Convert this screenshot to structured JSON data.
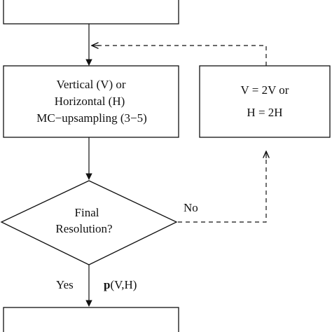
{
  "diagram": {
    "top_box_partial": "",
    "upsample_box": {
      "line1": "Vertical (V) or",
      "line2": "Horizontal (H)",
      "line3": "MC−upsampling  (3−5)"
    },
    "update_box": {
      "line1": "V = 2V or",
      "line2": "H = 2H"
    },
    "decision": {
      "line1": "Final",
      "line2": "Resolution?"
    },
    "branch_no": "No",
    "branch_yes": "Yes",
    "output_label_bold": "p",
    "output_label_rest": "(V,H)"
  }
}
